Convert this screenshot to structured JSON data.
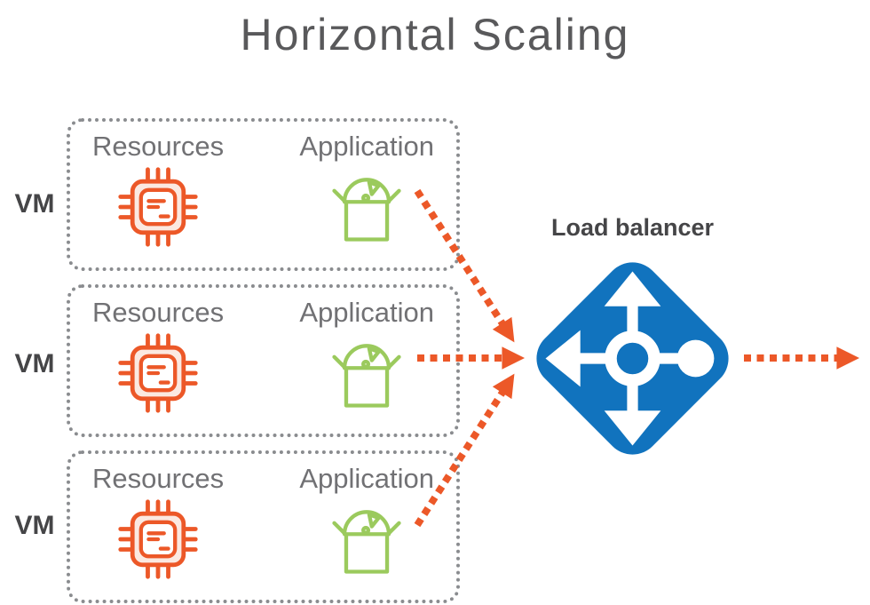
{
  "title": "Horizontal Scaling",
  "vms": [
    {
      "label": "VM",
      "resources_label": "Resources",
      "application_label": "Application"
    },
    {
      "label": "VM",
      "resources_label": "Resources",
      "application_label": "Application"
    },
    {
      "label": "VM",
      "resources_label": "Resources",
      "application_label": "Application"
    }
  ],
  "load_balancer": {
    "label": "Load balancer"
  },
  "colors": {
    "orange": "#EC5828",
    "green": "#9BCA5D",
    "blue": "#1173BE",
    "title_text": "#59595B",
    "label_text": "#717174",
    "dark_text": "#454547",
    "dot_border": "#8A8C8F"
  }
}
